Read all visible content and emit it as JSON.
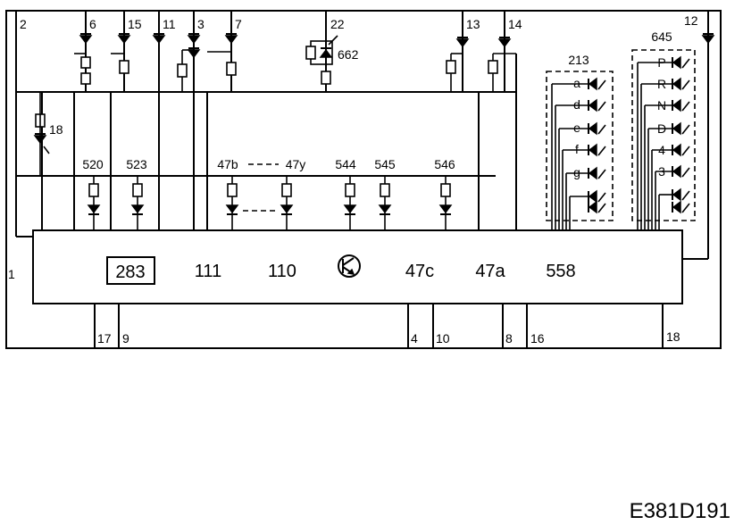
{
  "diagram_code": "E381D191",
  "module": {
    "labels": [
      "111",
      "110",
      "47c",
      "47a",
      "558"
    ],
    "boxed_label": "283"
  },
  "pins_top": [
    "2",
    "6",
    "15",
    "11",
    "3",
    "7",
    "22",
    "13",
    "14",
    "12"
  ],
  "pin_left": "1",
  "pins_bottom": [
    "17",
    "9",
    "4",
    "10",
    "8",
    "16",
    "18"
  ],
  "component_labels": [
    "662",
    "18",
    "520",
    "523",
    "47b",
    "47y",
    "544",
    "545",
    "546",
    "213",
    "645"
  ],
  "switch_213_positions": [
    "a",
    "d",
    "e",
    "f",
    "g"
  ],
  "switch_645_positions": [
    "P",
    "R",
    "N",
    "D",
    "4",
    "3"
  ]
}
